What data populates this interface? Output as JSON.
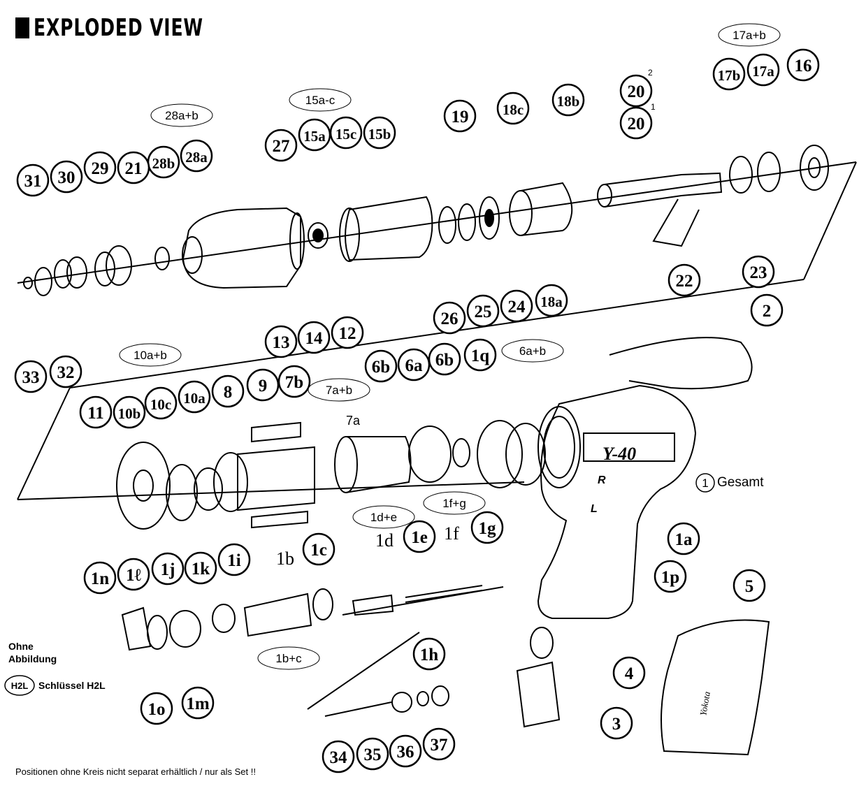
{
  "title": "EXPLODED VIEW",
  "notes": {
    "ohne_line1": "Ohne",
    "ohne_line2": "Abbildung",
    "h2l_badge": "H2L",
    "h2l_label": "Schlüssel H2L",
    "gesamt_number": "1",
    "gesamt_label": "Gesamt",
    "footer": "Positionen ohne Kreis nicht separat erhältlich / nur als Set !!"
  },
  "set_labels": [
    "17a+b",
    "15a-c",
    "28a+b",
    "10a+b",
    "7a+b",
    "6a+b",
    "1d+e",
    "1f+g",
    "1b+c"
  ],
  "plain_labels": [
    "7a",
    "1d",
    "1f",
    "1b"
  ],
  "part_labels": [
    "16",
    "17a",
    "17b",
    "20",
    "20",
    "18b",
    "18c",
    "19",
    "15b",
    "15c",
    "15a",
    "27",
    "28a",
    "28b",
    "21",
    "29",
    "30",
    "31",
    "33",
    "32",
    "13",
    "14",
    "12",
    "26",
    "25",
    "24",
    "18a",
    "22",
    "23",
    "2",
    "11",
    "10b",
    "10c",
    "10a",
    "8",
    "9",
    "7b",
    "6b",
    "6a",
    "6b",
    "1q",
    "1a",
    "1p",
    "5",
    "4",
    "3",
    "1n",
    "1ℓ",
    "1j",
    "1k",
    "1i",
    "1c",
    "1e",
    "1g",
    "1h",
    "1o",
    "1m",
    "34",
    "35",
    "36",
    "37"
  ],
  "superscripts": [
    "2",
    "1"
  ],
  "tool_marking": "Y-40",
  "direction_marks": [
    "R",
    "L"
  ],
  "grip_logo": "Yokota"
}
